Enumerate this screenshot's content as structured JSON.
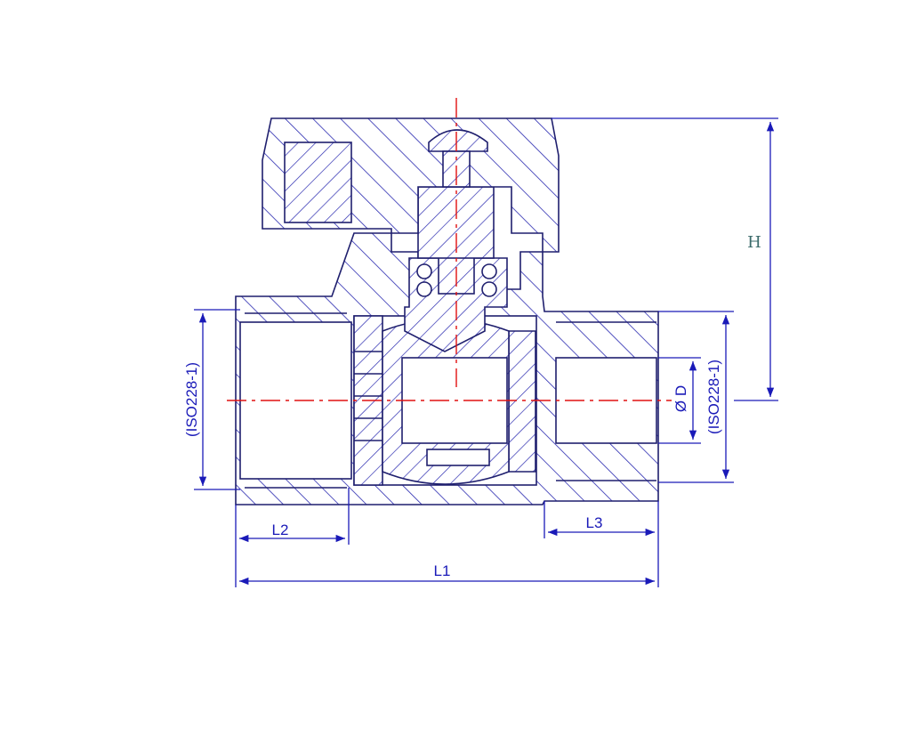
{
  "drawing": {
    "labels": {
      "height": "H",
      "diameter": "Ø D",
      "thread_left": "(ISO228-1)",
      "thread_right": "(ISO228-1)",
      "length_total": "L1",
      "length_left": "L2",
      "length_right": "L3"
    },
    "colors": {
      "outline": "#1f1f6e",
      "hatch": "#2a2ab0",
      "dimension": "#1a1ab8",
      "centerline": "#e01010"
    }
  }
}
